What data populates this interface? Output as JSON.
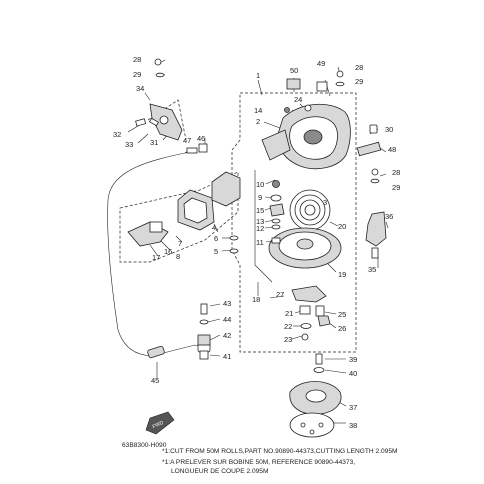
{
  "part_numbers": [
    "1",
    "2",
    "3",
    "4",
    "5",
    "6",
    "7",
    "8",
    "9",
    "10",
    "11",
    "12",
    "13",
    "14",
    "15",
    "16",
    "17",
    "18",
    "19",
    "20",
    "21",
    "22",
    "23",
    "24",
    "25",
    "26",
    "27",
    "28",
    "28",
    "28",
    "29",
    "29",
    "29",
    "30",
    "31",
    "32",
    "33",
    "34",
    "35",
    "36",
    "37",
    "38",
    "39",
    "40",
    "41",
    "42",
    "43",
    "44",
    "45",
    "46",
    "47",
    "48",
    "49",
    "50"
  ],
  "drawing_code": "63B8300-H090",
  "fwd_label": "FWD",
  "notes": [
    "*1:CUT FROM 50M ROLLS,PART NO.90890-44373,CUTTING LENGTH 2.095M",
    "*1:A PRELEVER SUR BOBINE 50M, REFERENCE 90890-44373,",
    "LONGUEUR DE COUPE 2.095M"
  ]
}
